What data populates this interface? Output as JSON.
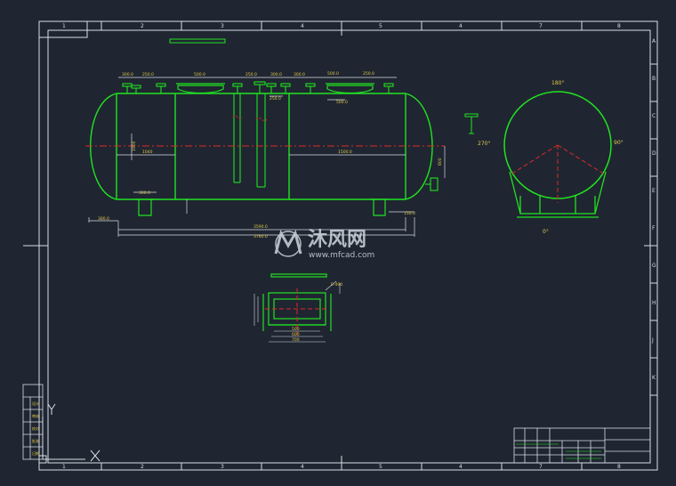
{
  "border": {
    "top_zones": [
      "1",
      "2",
      "3",
      "4",
      "5",
      "4",
      "7",
      "8"
    ],
    "bottom_zones": [
      "1",
      "2",
      "3",
      "4",
      "5",
      "4",
      "7",
      "8"
    ],
    "right_zones": [
      "A",
      "B",
      "C",
      "D",
      "E",
      "F",
      "G",
      "H",
      "J",
      "K"
    ]
  },
  "main_view": {
    "dimensions": {
      "overall_length": "3590.0",
      "lower_length": "3760.0",
      "inner_span": "1500.0",
      "short_span": "1040",
      "left_end": "380.0",
      "right_end": "150.0",
      "saddle_gap": "300.0",
      "height_right": "800",
      "vertical_mid": "1900",
      "top_dims": [
        "300.0",
        "250.0",
        "500.0",
        "250.0",
        "300.0",
        "300.0",
        "500.0",
        "250.0"
      ]
    }
  },
  "end_view": {
    "angle_top": "180°",
    "angle_left": "270°",
    "angle_right": "90°",
    "angle_bottom": "0°"
  },
  "detail_view": {
    "dims_bottom": [
      "500",
      "600",
      "700"
    ],
    "label_top": "E-490"
  },
  "watermark": {
    "brand": "沐风网",
    "url": "www.mfcad.com"
  },
  "title_block_left": [
    "设计",
    "审核",
    "校对",
    "批准",
    "日期"
  ],
  "colors": {
    "background": "#1f2631",
    "outline": "#22e222",
    "dim": "#d8dde6",
    "center": "#e02828",
    "text": "#e0c84a"
  }
}
